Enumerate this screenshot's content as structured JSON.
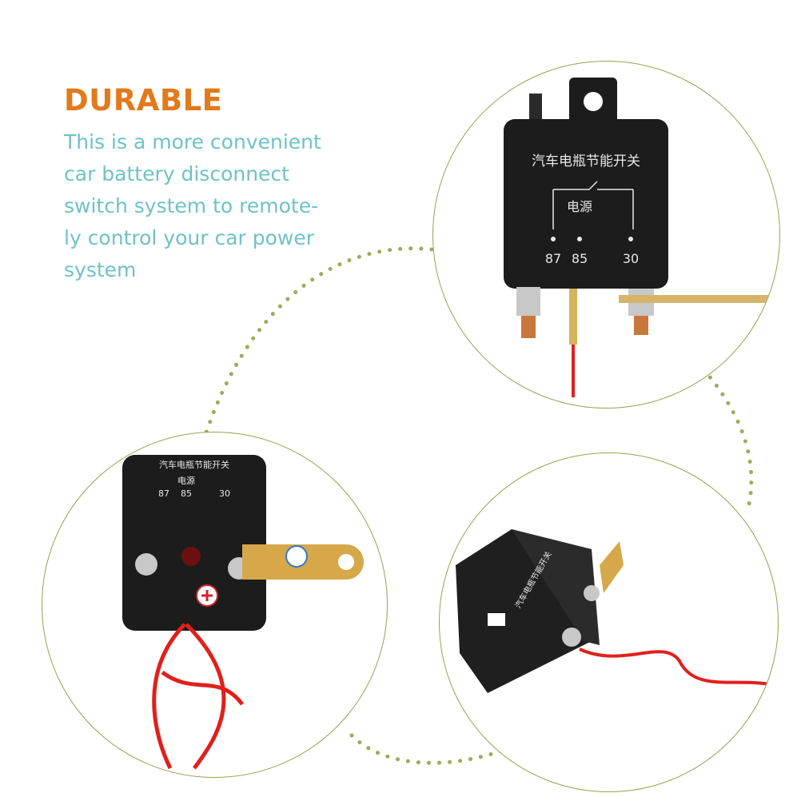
{
  "headline": "DURABLE",
  "description": "This is a more convenient\ncar battery disconnect\nswitch system to remote-\nly control your car power\nsystem",
  "relay_label": {
    "title": "汽车电瓶节能开关",
    "power": "电源",
    "pins": [
      "87",
      "85",
      "30"
    ]
  },
  "colors": {
    "headline": "#e27a1c",
    "description": "#6fc2c8",
    "dotted_path": "#9aa14f",
    "circle_border": "#9aa14f",
    "relay_body": "#1c1c1c",
    "wire": "#e0201c"
  }
}
